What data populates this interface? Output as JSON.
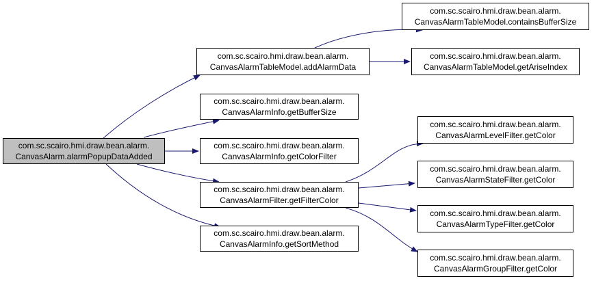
{
  "colors": {
    "root_fill": "#bfbfbf",
    "node_fill": "#ffffff",
    "edge": "#191970",
    "border": "#000000"
  },
  "nodes": [
    {
      "id": "root",
      "line1": "com.sc.scairo.hmi.draw.bean.alarm.",
      "line2": "CanvasAlarm.alarmPopupDataAdded",
      "root": true
    },
    {
      "id": "addAlarmData",
      "line1": "com.sc.scairo.hmi.draw.bean.alarm.",
      "line2": "CanvasAlarmTableModel.addAlarmData"
    },
    {
      "id": "getBufferSize",
      "line1": "com.sc.scairo.hmi.draw.bean.alarm.",
      "line2": "CanvasAlarmInfo.getBufferSize"
    },
    {
      "id": "getColorFilter",
      "line1": "com.sc.scairo.hmi.draw.bean.alarm.",
      "line2": "CanvasAlarmInfo.getColorFilter"
    },
    {
      "id": "getFilterColor",
      "line1": "com.sc.scairo.hmi.draw.bean.alarm.",
      "line2": "CanvasAlarmFilter.getFilterColor"
    },
    {
      "id": "getSortMethod",
      "line1": "com.sc.scairo.hmi.draw.bean.alarm.",
      "line2": "CanvasAlarmInfo.getSortMethod"
    },
    {
      "id": "containsBufferSize",
      "line1": "com.sc.scairo.hmi.draw.bean.alarm.",
      "line2": "CanvasAlarmTableModel.containsBufferSize"
    },
    {
      "id": "getAriseIndex",
      "line1": "com.sc.scairo.hmi.draw.bean.alarm.",
      "line2": "CanvasAlarmTableModel.getAriseIndex"
    },
    {
      "id": "levelGetColor",
      "line1": "com.sc.scairo.hmi.draw.bean.alarm.",
      "line2": "CanvasAlarmLevelFilter.getColor"
    },
    {
      "id": "stateGetColor",
      "line1": "com.sc.scairo.hmi.draw.bean.alarm.",
      "line2": "CanvasAlarmStateFilter.getColor"
    },
    {
      "id": "typeGetColor",
      "line1": "com.sc.scairo.hmi.draw.bean.alarm.",
      "line2": "CanvasAlarmTypeFilter.getColor"
    },
    {
      "id": "groupGetColor",
      "line1": "com.sc.scairo.hmi.draw.bean.alarm.",
      "line2": "CanvasAlarmGroupFilter.getColor"
    }
  ],
  "edges": [
    {
      "from": "root",
      "to": "addAlarmData"
    },
    {
      "from": "root",
      "to": "getBufferSize"
    },
    {
      "from": "root",
      "to": "getColorFilter"
    },
    {
      "from": "root",
      "to": "getFilterColor"
    },
    {
      "from": "root",
      "to": "getSortMethod"
    },
    {
      "from": "addAlarmData",
      "to": "containsBufferSize"
    },
    {
      "from": "addAlarmData",
      "to": "getAriseIndex"
    },
    {
      "from": "getFilterColor",
      "to": "levelGetColor"
    },
    {
      "from": "getFilterColor",
      "to": "stateGetColor"
    },
    {
      "from": "getFilterColor",
      "to": "typeGetColor"
    },
    {
      "from": "getFilterColor",
      "to": "groupGetColor"
    }
  ]
}
